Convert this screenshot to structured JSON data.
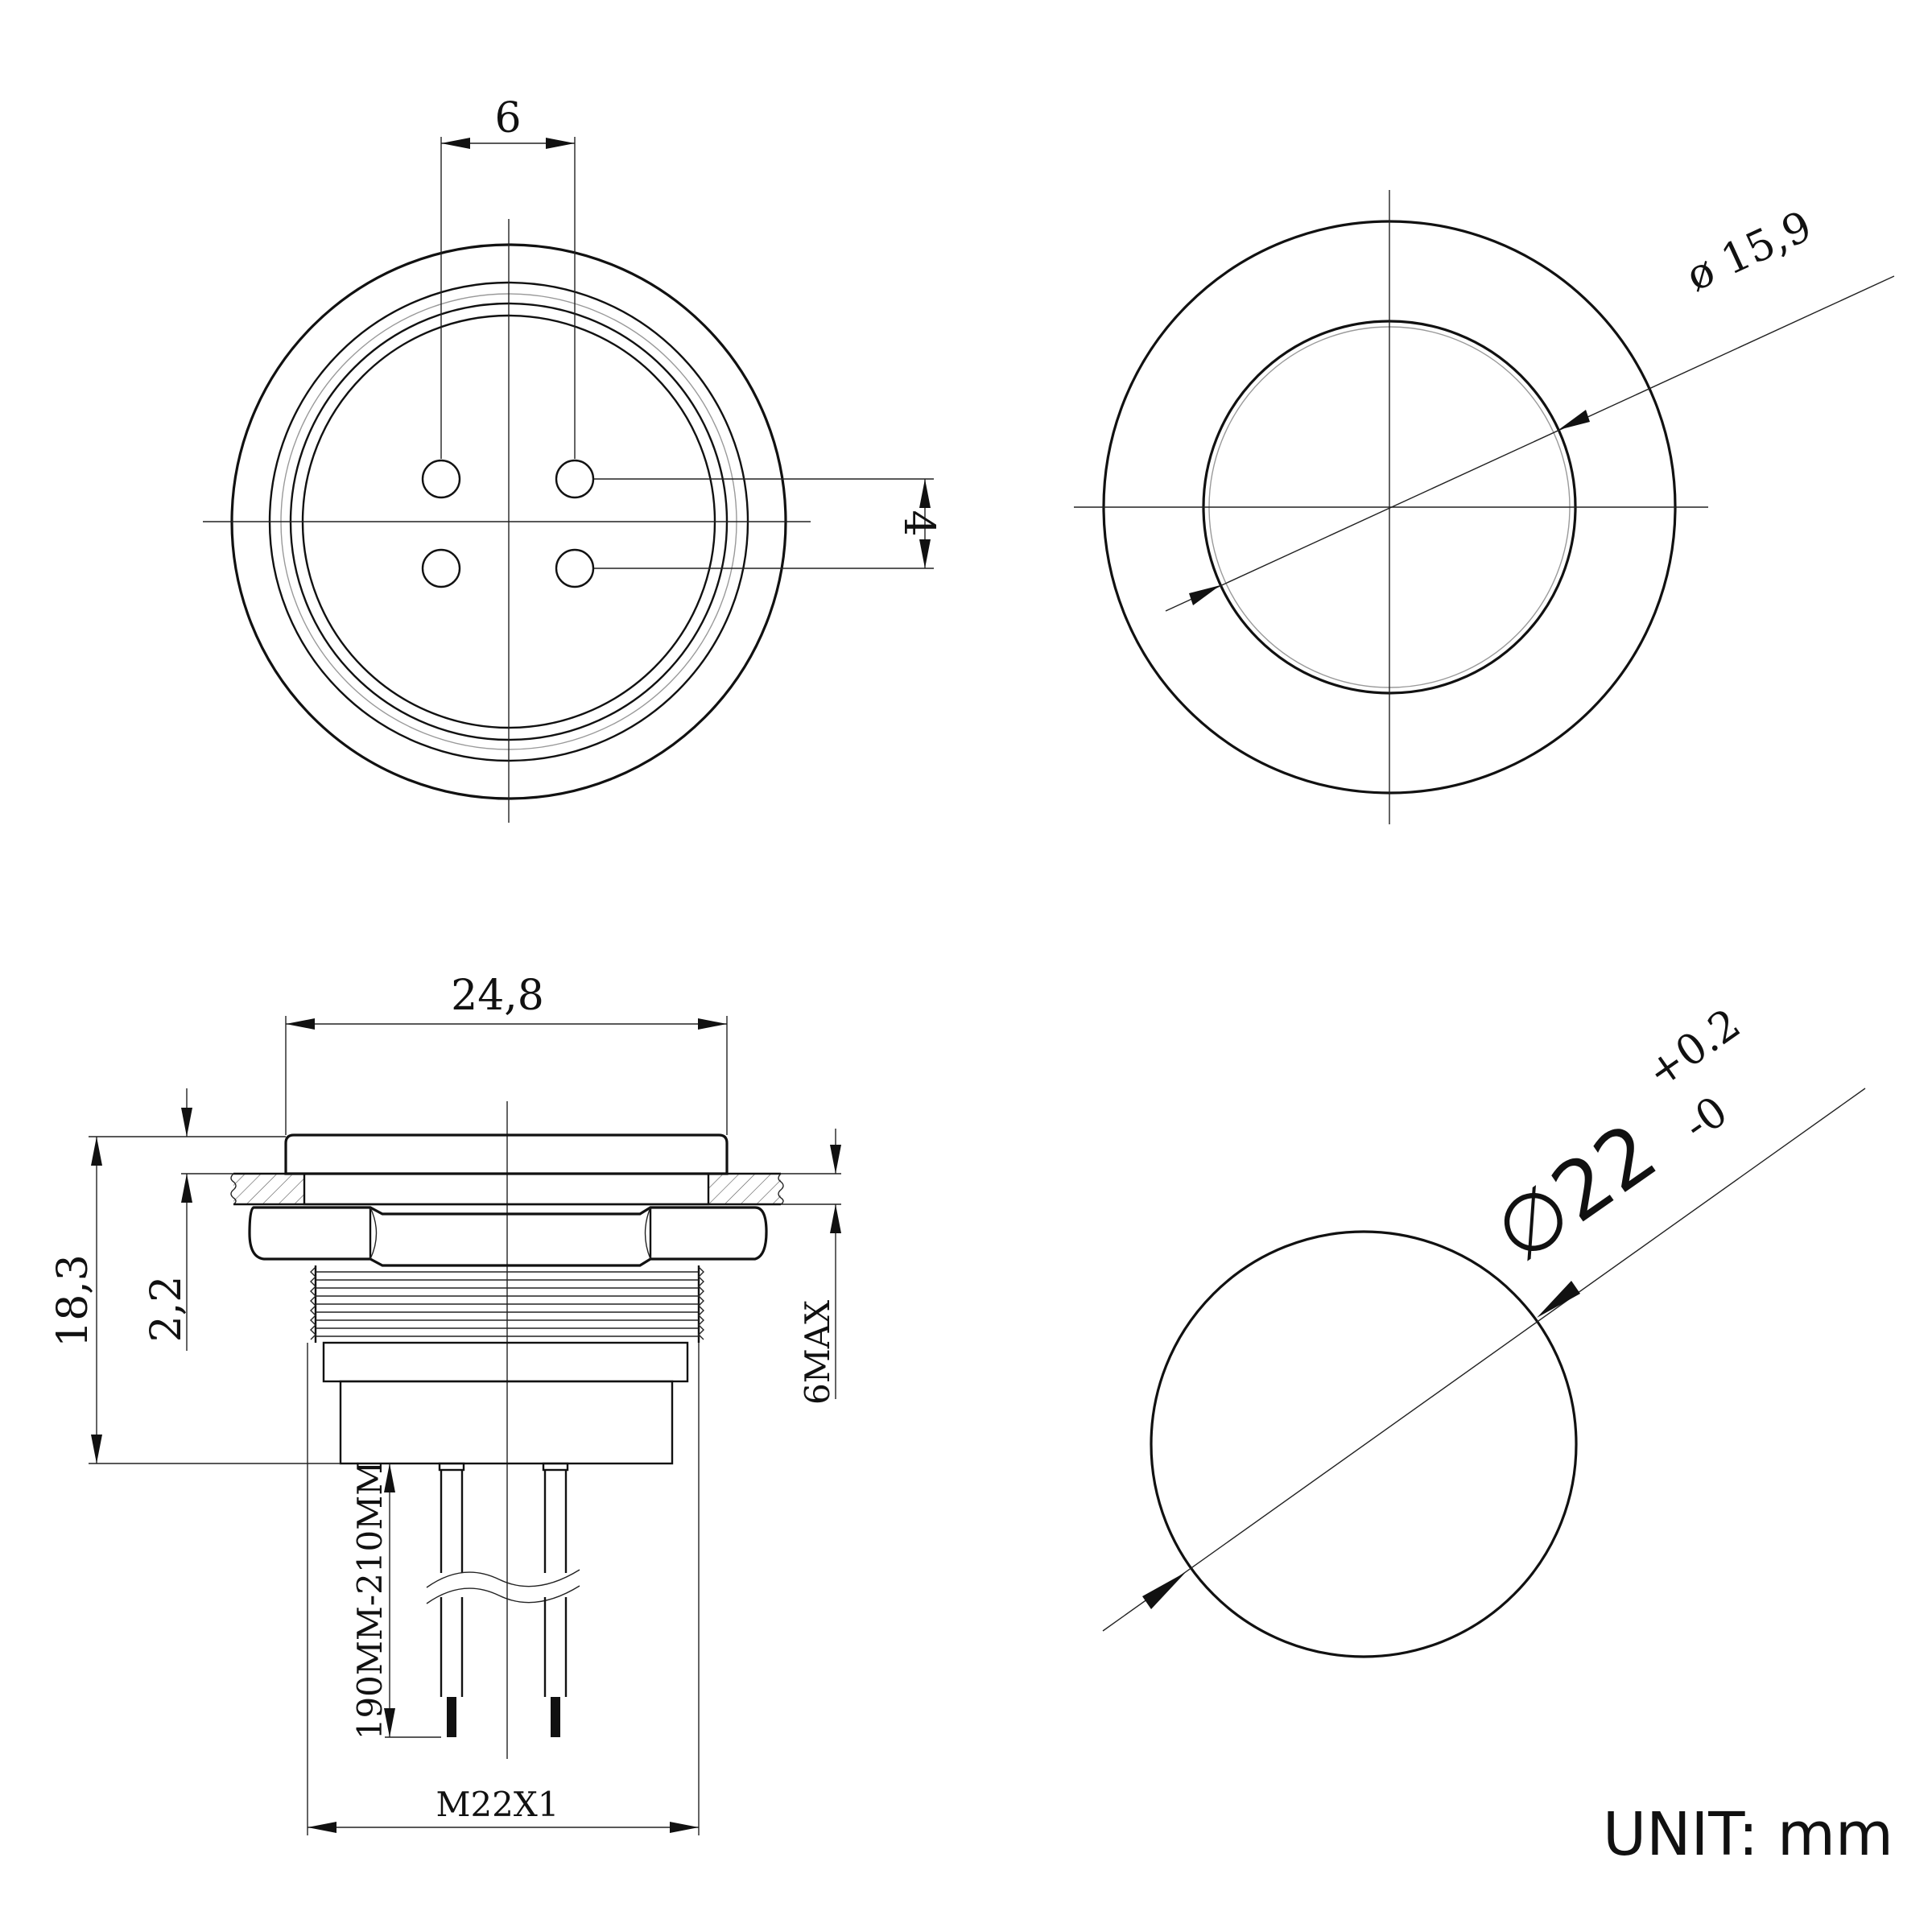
{
  "labels": {
    "pin_spacing_horizontal": "6",
    "pin_spacing_vertical": "4",
    "button_diameter": "ø 15,9",
    "bezel_width": "24,8",
    "total_height": "18,3",
    "flange_thickness": "2,2",
    "panel_thickness": "6MAX",
    "wire_length": "190MM-210MM",
    "thread": "M22X1",
    "hole_symbol": "∅22",
    "hole_tol_upper": "+0.2",
    "hole_tol_lower": "-0"
  },
  "unit": "UNIT: mm"
}
